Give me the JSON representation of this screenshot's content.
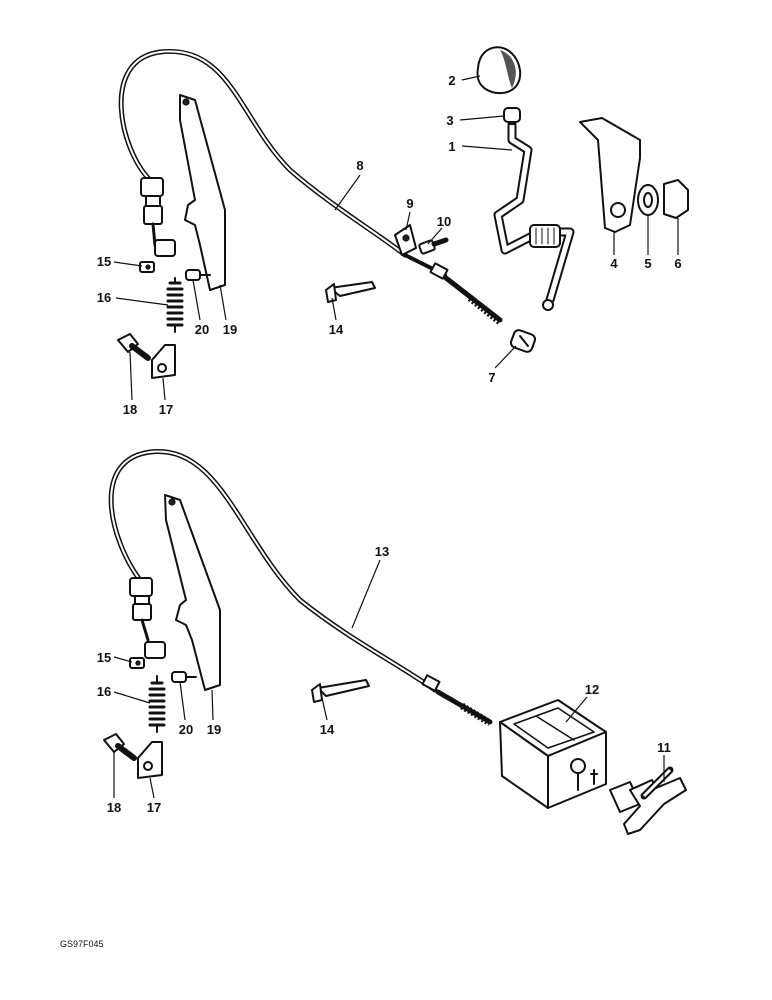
{
  "figure_code": "GS97F045",
  "callouts": {
    "c1": "1",
    "c2": "2",
    "c3": "3",
    "c4": "4",
    "c5": "5",
    "c6": "6",
    "c7": "7",
    "c8": "8",
    "c9": "9",
    "c10": "10",
    "c14a": "14",
    "c15a": "15",
    "c16a": "16",
    "c17a": "17",
    "c18a": "18",
    "c19a": "19",
    "c20a": "20",
    "c11": "11",
    "c12": "12",
    "c13": "13",
    "c14b": "14",
    "c15b": "15",
    "c16b": "16",
    "c17b": "17",
    "c18b": "18",
    "c19b": "19",
    "c20b": "20"
  }
}
